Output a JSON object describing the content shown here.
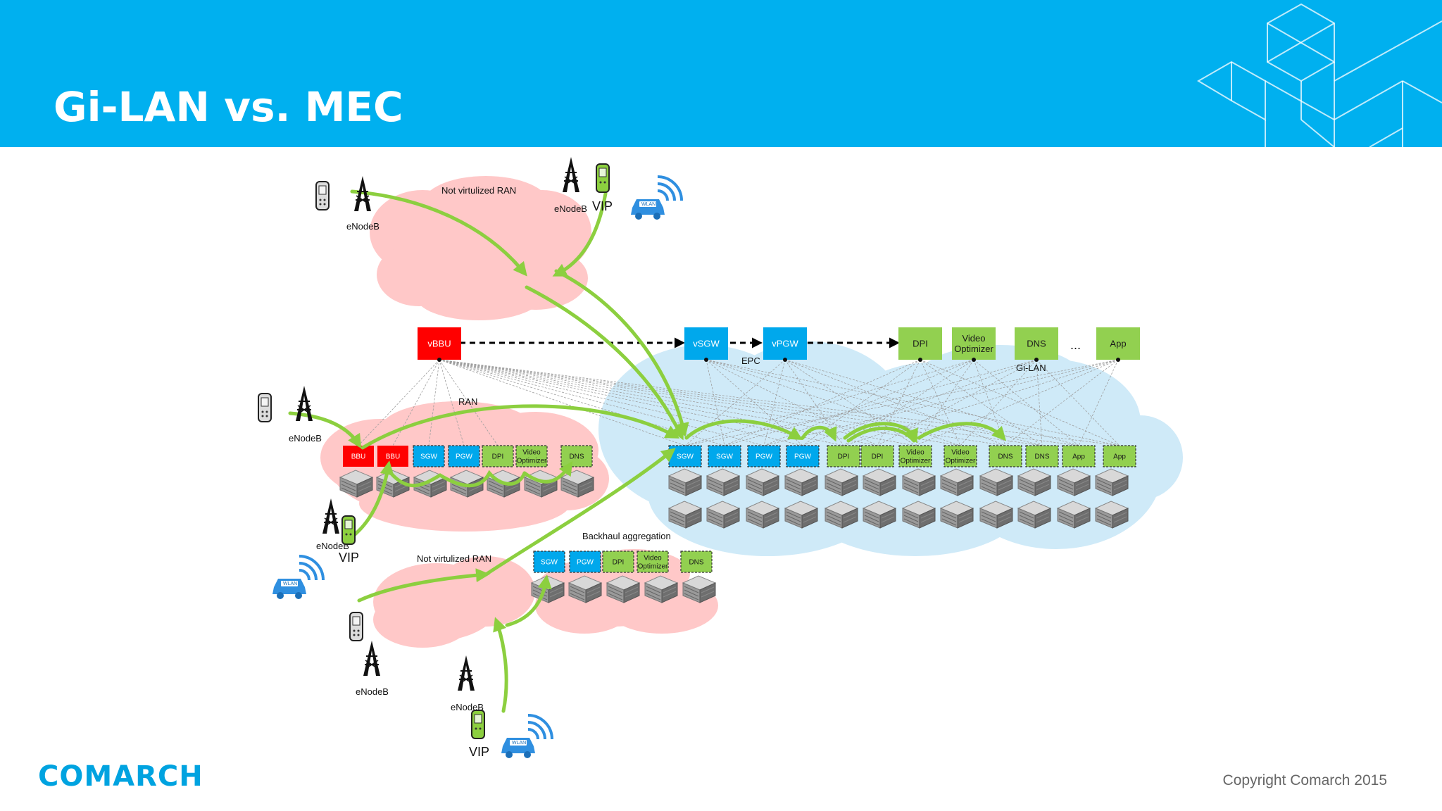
{
  "slide": {
    "title": "Gi-LAN vs. MEC",
    "logo": "COMARCH",
    "copyright": "Copyright Comarch 2015"
  },
  "colors": {
    "header": "#00b0ef",
    "red_node": "#ff0000",
    "blue_node": "#00a8ec",
    "green_node": "#92d050",
    "pink_cloud": "#ffc8c8",
    "blue_cloud": "#cfeaf8",
    "arrow_green": "#8ccf3f"
  },
  "diagram": {
    "clouds": {
      "top_pink": "Not virtulized RAN",
      "bottom_pink": "Not virtulized RAN",
      "ran": "RAN",
      "backhaul": "Backhaul aggregation",
      "epc": "EPC",
      "gilan": "Gi-LAN"
    },
    "labels": {
      "enodeb": "eNodeB",
      "vip": "VIP",
      "ellipsis": "...",
      "wlan": "WLAN"
    },
    "top_row": [
      {
        "label": "vBBU",
        "color": "red"
      },
      {
        "label": "vSGW",
        "color": "blue"
      },
      {
        "label": "vPGW",
        "color": "blue"
      },
      {
        "label": "DPI",
        "color": "green"
      },
      {
        "label": "Video Optimizer",
        "color": "green"
      },
      {
        "label": "DNS",
        "color": "green"
      },
      {
        "label": "App",
        "color": "green"
      }
    ],
    "ran_row": [
      {
        "label": "BBU",
        "color": "red"
      },
      {
        "label": "BBU",
        "color": "red"
      },
      {
        "label": "SGW",
        "color": "blue"
      },
      {
        "label": "PGW",
        "color": "blue"
      },
      {
        "label": "DPI",
        "color": "green"
      },
      {
        "label": "Video Optimizer",
        "color": "green"
      },
      {
        "label": "DNS",
        "color": "green"
      }
    ],
    "core_row": [
      {
        "label": "SGW",
        "color": "blue"
      },
      {
        "label": "SGW",
        "color": "blue"
      },
      {
        "label": "PGW",
        "color": "blue"
      },
      {
        "label": "PGW",
        "color": "blue"
      },
      {
        "label": "DPI",
        "color": "green"
      },
      {
        "label": "DPI",
        "color": "green"
      },
      {
        "label": "Video Optimizer",
        "color": "green"
      },
      {
        "label": "Video Optimizer",
        "color": "green"
      },
      {
        "label": "DNS",
        "color": "green"
      },
      {
        "label": "DNS",
        "color": "green"
      },
      {
        "label": "App",
        "color": "green"
      },
      {
        "label": "App",
        "color": "green"
      }
    ],
    "backhaul_row": [
      {
        "label": "SGW",
        "color": "blue"
      },
      {
        "label": "PGW",
        "color": "blue"
      },
      {
        "label": "DPI",
        "color": "green"
      },
      {
        "label": "Video Optimizer",
        "color": "green"
      },
      {
        "label": "DNS",
        "color": "green"
      }
    ]
  }
}
